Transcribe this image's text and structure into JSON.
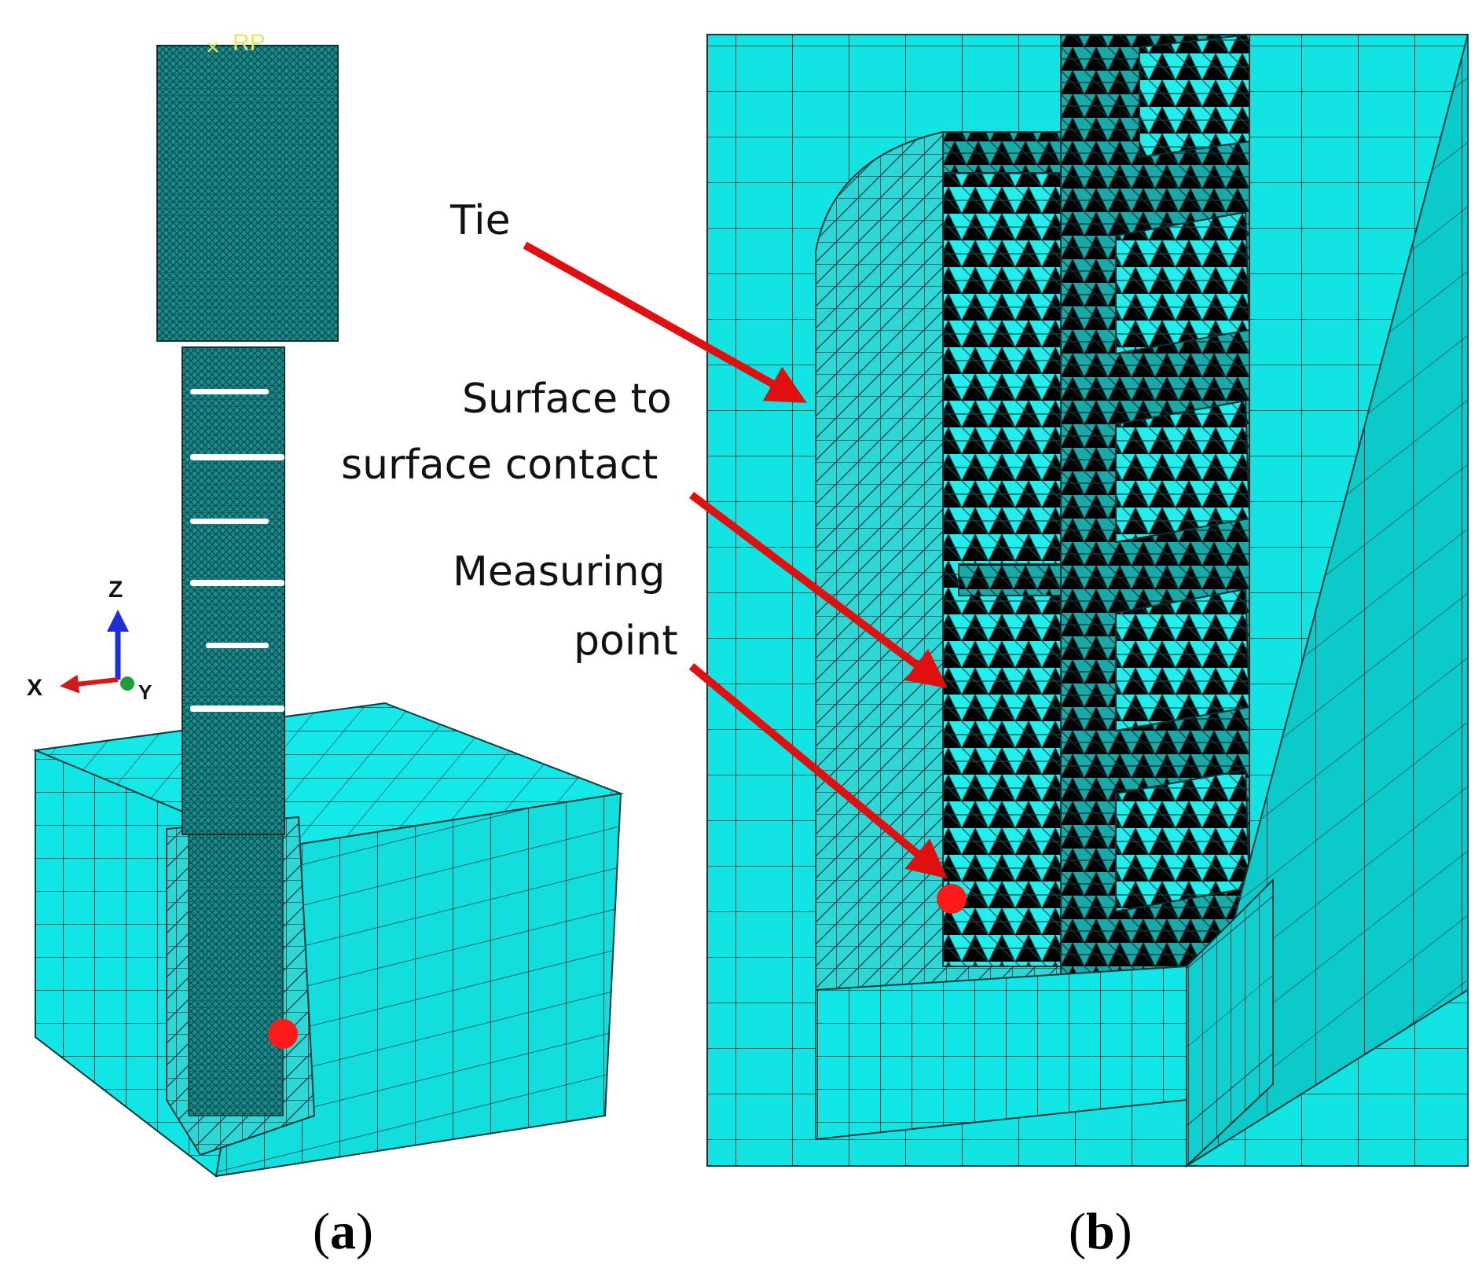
{
  "panel_a": {
    "reference_point_label": "RP",
    "axes": {
      "z": "Z",
      "x": "X",
      "y": "Y"
    },
    "caption_open": "(",
    "caption_letter": "a",
    "caption_close": ")"
  },
  "panel_b": {
    "labels": {
      "tie": "Tie",
      "contact_line1": "Surface to",
      "contact_line2": "surface contact",
      "measuring_line1": "Measuring",
      "measuring_line2": "point"
    },
    "caption_open": "(",
    "caption_letter": "b",
    "caption_close": ")"
  },
  "colors": {
    "mesh_fill": "#00e5e5",
    "mesh_shade": "#00aaaa",
    "mesh_dark": "#008a8a",
    "mesh_line": "#0b2b2b",
    "marker": "#ff1a1a",
    "arrow": "#e01010"
  }
}
